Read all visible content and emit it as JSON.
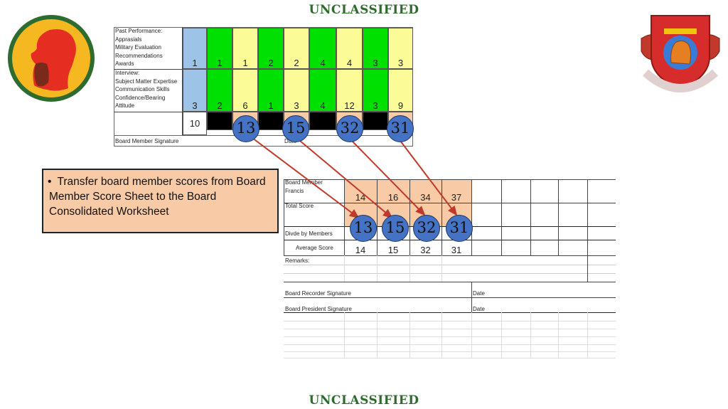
{
  "banner": {
    "top": "UNCLASSIFIED",
    "bottom": "UNCLASSIFIED"
  },
  "score_sheet": {
    "past_performance_lines": [
      "Past Performance:",
      "Apprasials",
      "Military Evaluation",
      "Recommendations",
      "Awards"
    ],
    "interview_lines": [
      "Interview:",
      "Subject Matter Expertise",
      "Communication Skills",
      "Confidence/Bearing",
      "Attitude"
    ],
    "row1_values": [
      "1",
      "1",
      "1",
      "2",
      "2",
      "4",
      "4",
      "3",
      "3"
    ],
    "row2_values": [
      "3",
      "2",
      "6",
      "1",
      "3",
      "4",
      "12",
      "3",
      "9"
    ],
    "total_first": "10",
    "totals": [
      "13",
      "15",
      "32",
      "31"
    ],
    "signature_label": "Board Member Signature",
    "date_label": "Date"
  },
  "callout": {
    "bullet": "•",
    "text": "Transfer board member scores from Board Member Score Sheet to the Board Consolidated Worksheet"
  },
  "worksheet": {
    "board_member_label": "Board Member",
    "board_member_name": "Francis",
    "member_scores": [
      "14",
      "16",
      "34",
      "37"
    ],
    "total_score_label": "Total Score",
    "total_scores": [
      "13",
      "15",
      "32",
      "31"
    ],
    "divide_label": "Divde by Members",
    "average_label": "Average Score",
    "average_scores": [
      "14",
      "15",
      "32",
      "31"
    ],
    "remarks_label": "Remarks:",
    "recorder_label": "Board Recorder Signature",
    "president_label": "Board President Signature",
    "date_label": "Date"
  }
}
